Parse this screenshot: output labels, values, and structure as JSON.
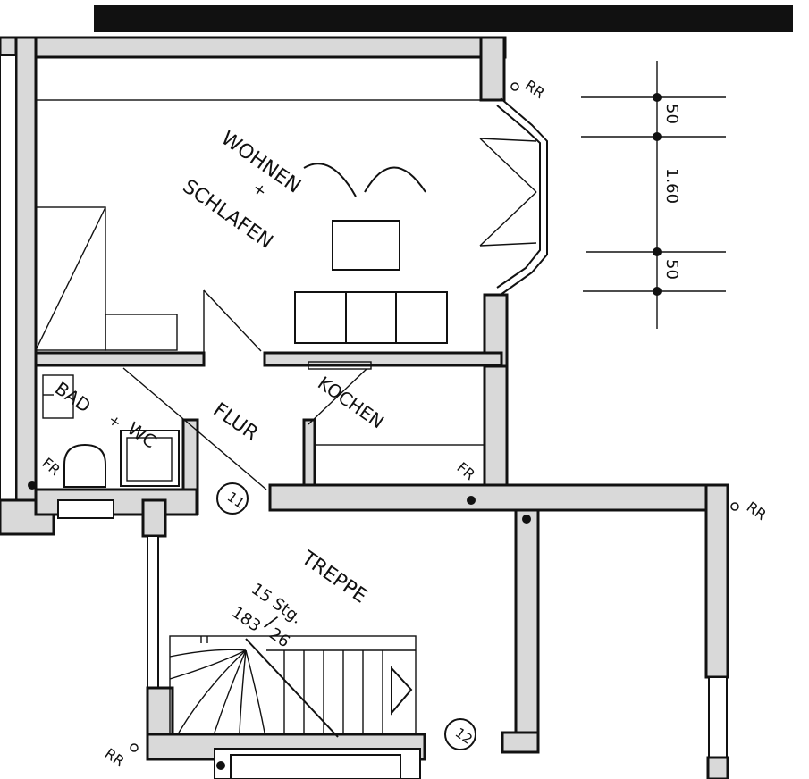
{
  "rooms": {
    "living": "WOHNEN",
    "living_plus": "+",
    "sleeping": "SCHLAFEN",
    "bath": "BAD",
    "bath_plus": "+",
    "wc": "WC",
    "hall": "FLUR",
    "kitchen": "KOCHEN",
    "stairs": "TREPPE"
  },
  "stair_info": {
    "steps": "15 Stg.",
    "ratio_top": "183",
    "ratio_sep": "/",
    "ratio_bottom": "26"
  },
  "room_numbers": {
    "first": "11",
    "second": "12"
  },
  "pipe_labels": {
    "rr_top": "RR",
    "rr_right": "RR",
    "rr_bottom": "RR",
    "fr_bath": "FR",
    "fr_kitchen": "FR"
  },
  "dimensions": {
    "top": "50",
    "middle": "1.60",
    "bottom": "50"
  }
}
